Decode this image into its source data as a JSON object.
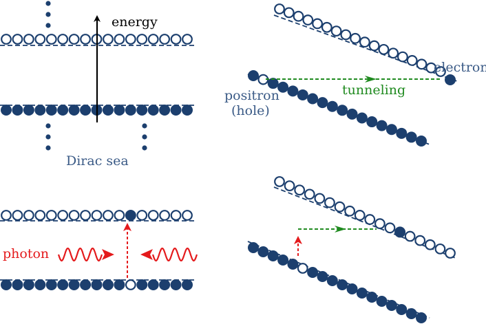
{
  "colors": {
    "particle": "#1c3f6e",
    "label": "#3a5a86",
    "tunnel": "#1f8a1f",
    "photon": "#e41a1c",
    "axis": "#000000"
  },
  "labels": {
    "energy": "energy",
    "dirac_sea": "Dirac sea",
    "electron": "electron",
    "positron": "positron",
    "hole": "(hole)",
    "tunneling": "tunneling",
    "photon": "photon"
  }
}
